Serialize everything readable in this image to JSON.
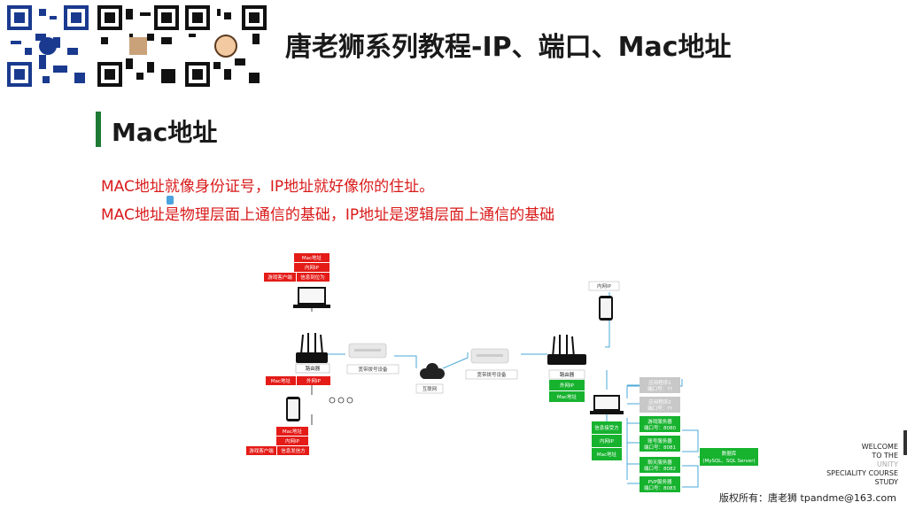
{
  "header": {
    "title": "唐老狮系列教程-IP、端口、Mac地址"
  },
  "section": {
    "title": "Mac地址"
  },
  "content": {
    "line1": "MAC地址就像身份证号，IP地址就好像你的住址。",
    "line2": "MAC地址是物理层面上通信的基础，IP地址是逻辑层面上通信的基础"
  },
  "diagram": {
    "left_laptop_box": [
      "Mac地址",
      "内网IP",
      "游戏客户端",
      "信息到位为"
    ],
    "left_router_label": "路由器",
    "left_router_tags": [
      "Mac地址",
      "外网IP"
    ],
    "left_device_label": "宽带拨号设备",
    "left_phone_box": [
      "Mac地址",
      "内网IP",
      "游戏客户端",
      "信息发信方"
    ],
    "internet_label": "互联网",
    "right_device_label": "宽带拨号设备",
    "right_phone_label": "内网IP",
    "right_router_label": "路由器",
    "right_router_tags": [
      "外网IP",
      "Mac地址"
    ],
    "server_box": [
      "信息接受方",
      "内网IP",
      "Mac地址"
    ],
    "services_gray": [
      "应用程序1\n端口号：??",
      "应用程序2\n端口号：??"
    ],
    "services_green": [
      "游戏服务器\n端口号：8080",
      "账号服务器\n端口号：8081",
      "聊天服务器\n端口号：8082",
      "PVP服务器\n端口号：8083"
    ],
    "database_label": "数据库\n(MySQL、SQL Server)"
  },
  "footer": {
    "copyright": "版权所有：唐老狮 tpandme@163.com"
  },
  "watermark": [
    "WELCOME",
    "TO THE",
    "UNITY",
    "SPECIALITY COURSE",
    "STUDY"
  ],
  "colors": {
    "accent_red": "#d91a1a",
    "section_bar": "#1e7a34",
    "diagram_red": "#e41b17",
    "diagram_green": "#17b32f"
  }
}
